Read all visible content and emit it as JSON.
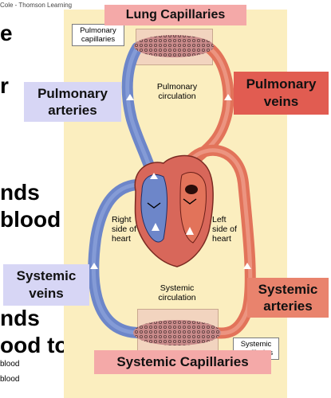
{
  "credit": "Cole - Thomson Learning",
  "background_fragments": {
    "line1": "e",
    "line2": "r",
    "line3": "nds",
    "line4": "blood",
    "line5": "nds",
    "line6": "ood to",
    "line7": "blood",
    "line8": "blood"
  },
  "labels": {
    "lung_capillaries": "Lung Capillaries",
    "pulmonary_capillaries_box": "Pulmonary capillaries",
    "pulmonary_circulation": "Pulmonary circulation",
    "pulmonary_arteries": "Pulmonary arteries",
    "pulmonary_veins": "Pulmonary veins",
    "right_side_of_heart": "Right side of heart",
    "left_side_of_heart": "Left side of heart",
    "systemic_circulation": "Systemic circulation",
    "systemic_veins": "Systemic veins",
    "systemic_arteries": "Systemic arteries",
    "systemic_capillaries_box": "Systemic capillaries",
    "systemic_capillaries": "Systemic Capillaries"
  },
  "colors": {
    "panel": "#fbeebf",
    "deoxygenated_blue": "#6d86c9",
    "oxygenated_red": "#e2735a",
    "heart_muscle": "#d8675a",
    "lung_capillaries_label": "#f4a9a8",
    "pulmonary_arteries_label": "#d7d6f5",
    "pulmonary_veins_label": "#e15c51",
    "systemic_arteries_label": "#e9836d"
  }
}
